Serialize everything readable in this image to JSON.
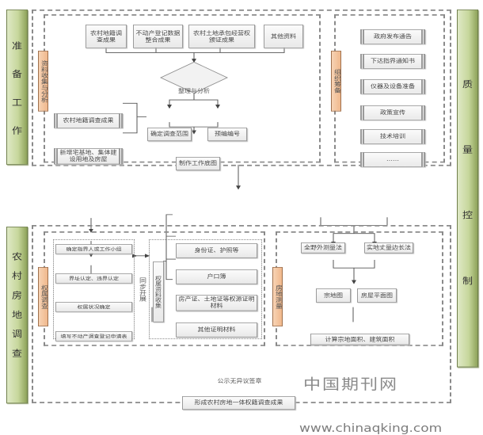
{
  "phases": {
    "preparation": [
      "准",
      "备",
      "工",
      "作"
    ],
    "survey": [
      "农",
      "村",
      "房",
      "地",
      "调",
      "查"
    ],
    "quality": [
      "质",
      "量",
      "控",
      "制"
    ]
  },
  "tags": {
    "data_collection": "资料收集与分析",
    "organization": "组织筹备",
    "ownership_survey": "权属调查",
    "land_measurement": "房地测量",
    "ownership_material": "权属资料收集"
  },
  "prep": {
    "sources": [
      "农村地籍调查成果",
      "不动产登记数据整合成果",
      "农村土地承包经营权颁证成果",
      "其他资料"
    ],
    "analysis": "整理与分析",
    "side_inputs": [
      "农村地籍调查成果",
      "新增宅基地、集体建设用地及房屋"
    ],
    "scope": "确定调查范围",
    "numbering": "预编编号",
    "base_map": "制作工作底图",
    "org_items": [
      "政府发布通告",
      "下达指界通知书",
      "仪器及设备准备",
      "政策宣传",
      "技术培训",
      "……"
    ]
  },
  "survey": {
    "ownership_steps": [
      "确定指界人或工作小组",
      "界址认定、违界认定",
      "权属状况确定",
      "填写不动产调查登记申请表"
    ],
    "sync_label": "同步开展",
    "materials": [
      "身份证、护照等",
      "户口簿",
      "房产证、土地证等权源证明材料",
      "其他证明材料"
    ],
    "methods": [
      "全野外测量法",
      "实地丈量边长法"
    ],
    "maps": [
      "宗地图",
      "房屋平面图"
    ],
    "area_calc": "计算宗地面积、建筑面积",
    "publicity": "公示无异议签章",
    "result": "形成农村房地一体权籍调查成果"
  },
  "watermark": {
    "cn": "中国期刊网",
    "url": "www.chinaqking.com"
  }
}
